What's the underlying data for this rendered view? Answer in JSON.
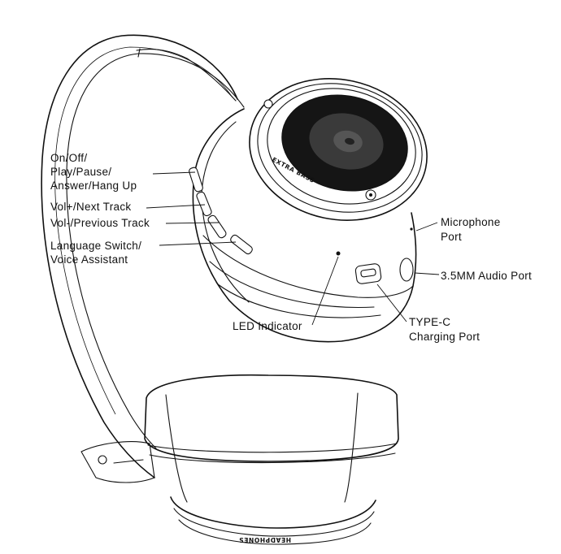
{
  "callouts": {
    "power_line1": "On/Off/",
    "power_line2": "Play/Pause/",
    "power_line3": "Answer/Hang  Up",
    "vol_plus": "Vol+/Next  Track",
    "vol_minus": "Vol-/Previous  Track",
    "lang_line1": "Language  Switch/",
    "lang_line2": "Voice Assistant",
    "mic_line1": "Microphone",
    "mic_line2": "Port",
    "audio_port": "3.5MM  Audio Port",
    "led": "LED Indicator",
    "typec_line1": "TYPE-C",
    "typec_line2": "Charging Port"
  },
  "earcup_text": "EXTRA BASS",
  "colors": {
    "line": "#111111",
    "background": "#ffffff"
  }
}
